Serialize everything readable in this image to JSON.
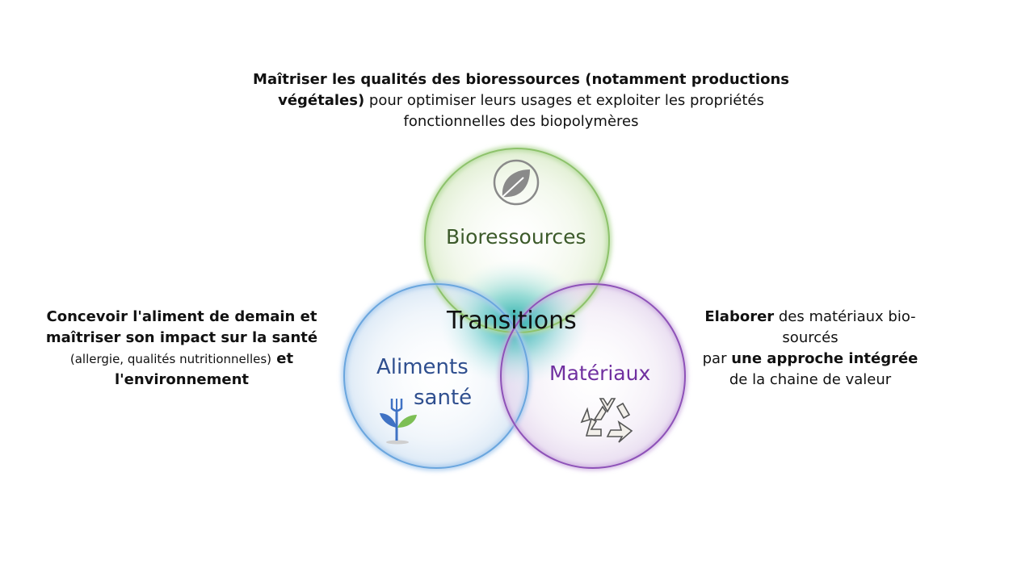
{
  "top_text": {
    "bold1": "Maîtriser les qualités des bioressources (notamment productions végétales)",
    "normal1": " pour optimiser leurs usages et exploiter les propriétés fonctionnelles des biopolymères"
  },
  "left_text": {
    "bold1": "Concevoir l'aliment de demain et maîtriser son impact sur la santé",
    "small1": "(allergie, qualités nutritionnelles)",
    "bold2": " et l'environnement"
  },
  "right_text": {
    "bold1": "Elaborer",
    "normal1": " des matériaux bio-sourcés",
    "normal2": "par ",
    "bold2": "une approche intégrée",
    "normal3": "de la chaine de valeur"
  },
  "circles": {
    "bioressources": {
      "label": "Bioressources",
      "color": "#8dc26b",
      "icon": "leaf-icon"
    },
    "aliments": {
      "label1": "Aliments",
      "label2": "santé",
      "color": "#6aa6de",
      "icon": "sprout-fork-icon"
    },
    "materiaux": {
      "label": "Matériaux",
      "color": "#8e52b8",
      "icon": "recycle-icon"
    },
    "center": {
      "label": "Transitions",
      "color": "#2bb5b0"
    }
  }
}
